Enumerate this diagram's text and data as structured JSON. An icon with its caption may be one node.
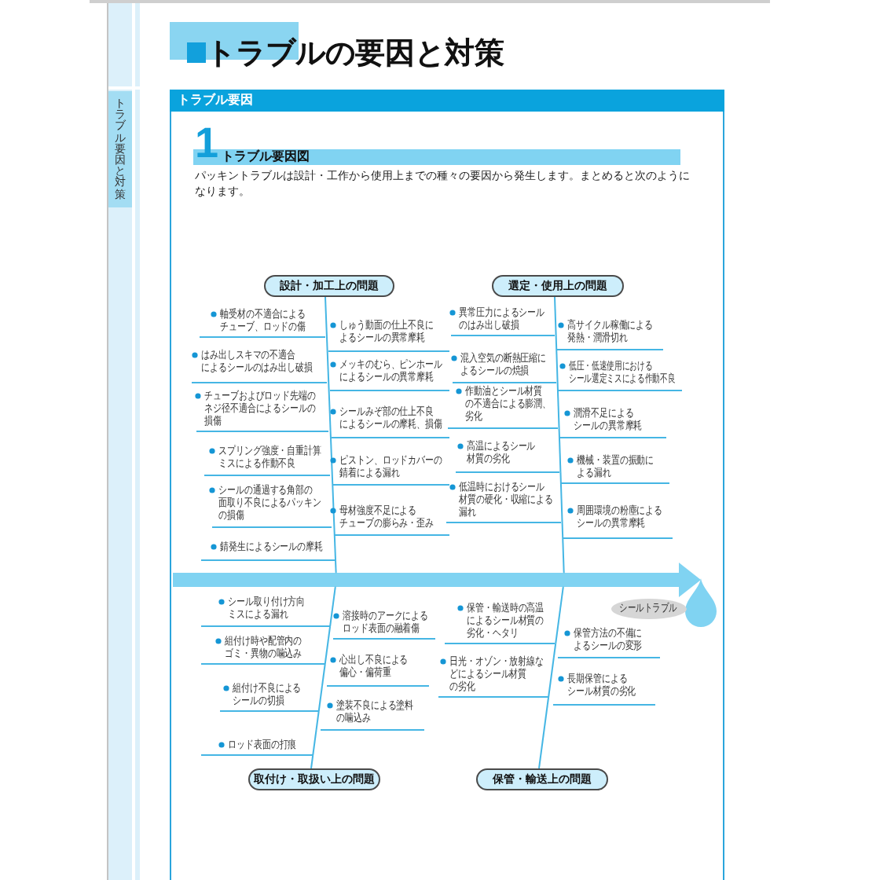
{
  "diagram": {
    "title": "トラブルの要因と対策",
    "nodes": [
      {
        "text": [
          "設計・加工上の問題"
        ]
      },
      {
        "text": [
          "選定・使用上の問題"
        ]
      },
      {
        "text": [
          "軸受材の不適合によるチューブ、ロッドの傷"
        ]
      },
      {
        "text": [
          "はみ出しスキマの不適合によるシールのはみ出し破損"
        ]
      },
      {
        "text": [
          "チューブおよびロッド先端のネジ径不適合によるシールの損傷"
        ]
      },
      {
        "text": [
          "スプリング強度・自重計算ミスによる作動不良"
        ]
      },
      {
        "text": [
          "シールの通過する角部の面取り不良によるパッキンの損傷"
        ]
      },
      {
        "text": [
          "錆発生によるシールの摩耗"
        ]
      },
      {
        "text": [
          "しゅう動面の仕上不良によるシールの異常摩耗"
        ]
      },
      {
        "text": [
          "メッキのむら、ピンホールによるシールの異常摩耗"
        ]
      },
      {
        "text": [
          "シールみぞ部の仕上不良によるシールの摩耗、損傷"
        ]
      },
      {
        "text": [
          "ピストン、ロッドカバーの錆着による漏れ"
        ]
      },
      {
        "text": [
          "母材強度不足によるチューブの膨らみ・歪み"
        ]
      },
      {
        "text": [
          "異常圧力によるシールのはみ出し破損"
        ]
      },
      {
        "text": [
          "混入空気の断熱圧縮によるシールの焼損"
        ]
      },
      {
        "text": [
          "作動油とシール材質の不適合による膨潤、劣化"
        ]
      },
      {
        "text": [
          "高温によるシール材質の劣化"
        ]
      },
      {
        "text": [
          "低温時におけるシール材質の硬化・収縮による漏れ"
        ]
      },
      {
        "text": [
          "高サイクル稼働による発熱・潤滑切れ"
        ]
      },
      {
        "text": [
          "低圧・低速使用におけるシール選定ミスによる作動不良"
        ]
      },
      {
        "text": [
          "潤滑不足によるシールの異常摩耗"
        ]
      },
      {
        "text": [
          "機械・装置の振動による漏れ"
        ]
      },
      {
        "text": [
          "周囲環境の粉塵によるシールの異常摩耗"
        ]
      },
      {
        "text": [],
        "shape": "drop"
      },
      {
        "text": [
          "シールトラブル"
        ]
      },
      {
        "text": [
          "シール取り付け方向ミスによる漏れ"
        ]
      },
      {
        "text": [
          "組付け時や配管内のゴミ・異物の噛込み"
        ]
      },
      {
        "text": [
          "組付け不良によるシールの切損"
        ]
      },
      {
        "text": [
          "ロッド表面の打痕"
        ]
      },
      {
        "text": [
          "溶接時のアークによるロッド表面の融着傷"
        ]
      },
      {
        "text": [
          "心出し不良による偏心・偏荷重"
        ]
      },
      {
        "text": [
          "塗装不良による塗料の噛込み"
        ]
      },
      {
        "text": [
          "保管・輸送時の高温によるシール材質の劣化・ヘタリ"
        ]
      },
      {
        "text": [
          "日光・オゾン・放射線などによるシール材質の劣化"
        ]
      },
      {
        "text": [
          "保管方法の不備によるシールの変形"
        ]
      },
      {
        "text": [
          "長期保管によるシール材質の劣化"
        ]
      },
      {
        "text": [
          "取付け・取扱い上の問題"
        ]
      },
      {
        "text": [
          "保管・輸送上の問題"
        ]
      }
    ],
    "edges": [
      {
        "from": 0,
        "to": 23,
        "arrow": "to"
      },
      {
        "from": 1,
        "to": 23,
        "arrow": "to"
      },
      {
        "from": 36,
        "to": 23,
        "arrow": "to"
      },
      {
        "from": 37,
        "to": 23,
        "arrow": "to"
      },
      {
        "from": 2,
        "to": 0,
        "arrow": "none"
      },
      {
        "from": 3,
        "to": 0,
        "arrow": "none"
      },
      {
        "from": 4,
        "to": 0,
        "arrow": "none"
      },
      {
        "from": 5,
        "to": 0,
        "arrow": "none"
      },
      {
        "from": 6,
        "to": 0,
        "arrow": "none"
      },
      {
        "from": 7,
        "to": 0,
        "arrow": "none"
      },
      {
        "from": 8,
        "to": 0,
        "arrow": "none"
      },
      {
        "from": 9,
        "to": 0,
        "arrow": "none"
      },
      {
        "from": 10,
        "to": 0,
        "arrow": "none"
      },
      {
        "from": 11,
        "to": 0,
        "arrow": "none"
      },
      {
        "from": 12,
        "to": 0,
        "arrow": "none"
      },
      {
        "from": 13,
        "to": 1,
        "arrow": "none"
      },
      {
        "from": 14,
        "to": 1,
        "arrow": "none"
      },
      {
        "from": 15,
        "to": 1,
        "arrow": "none"
      },
      {
        "from": 16,
        "to": 1,
        "arrow": "none"
      },
      {
        "from": 17,
        "to": 1,
        "arrow": "none"
      },
      {
        "from": 18,
        "to": 1,
        "arrow": "none"
      },
      {
        "from": 19,
        "to": 1,
        "arrow": "none"
      },
      {
        "from": 20,
        "to": 1,
        "arrow": "none"
      },
      {
        "from": 21,
        "to": 1,
        "arrow": "none"
      },
      {
        "from": 22,
        "to": 1,
        "arrow": "none"
      },
      {
        "from": 25,
        "to": 36,
        "arrow": "none"
      },
      {
        "from": 26,
        "to": 36,
        "arrow": "none"
      },
      {
        "from": 27,
        "to": 36,
        "arrow": "none"
      },
      {
        "from": 28,
        "to": 36,
        "arrow": "none"
      },
      {
        "from": 29,
        "to": 36,
        "arrow": "none"
      },
      {
        "from": 30,
        "to": 36,
        "arrow": "none"
      },
      {
        "from": 31,
        "to": 36,
        "arrow": "none"
      },
      {
        "from": 32,
        "to": 37,
        "arrow": "none"
      },
      {
        "from": 33,
        "to": 37,
        "arrow": "none"
      },
      {
        "from": 34,
        "to": 37,
        "arrow": "none"
      },
      {
        "from": 35,
        "to": 37,
        "arrow": "none"
      }
    ],
    "labels": [
      "トラブル要因と対策",
      "トラブル要因",
      "1",
      "トラブル要因図",
      "パッキントラブルは設計・工作から使用上までの種々の要因から発生します。まとめると次のようになります。"
    ]
  }
}
